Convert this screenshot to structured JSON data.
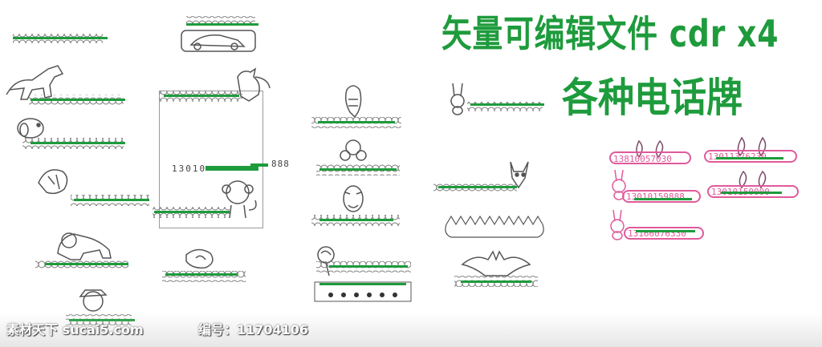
{
  "heading": {
    "line1": "矢量可编辑文件 cdr x4",
    "line2": "各种电话牌"
  },
  "watermark": {
    "site": "素材天下 sucai5.com",
    "id_text": "编号：11704106"
  },
  "sign_panel": {
    "number_fragment": "13010",
    "number_tail": "888"
  },
  "plate_numbers": {
    "pink_1": "13810057030",
    "pink_2": "13011376230",
    "pink_3": "13010159888",
    "pink_4": "13010150000",
    "pink_5": "13166076330"
  },
  "colors": {
    "brand_green": "#1e9b3c",
    "plate_pink": "#e05a9a",
    "outline_gray": "#8a8a8a"
  },
  "icons": [
    "horse-icon",
    "snoopy-icon",
    "dragon-icon",
    "lion-icon",
    "pirate-icon",
    "car-icon",
    "rooster-icon",
    "monkey-icon",
    "rose-icon",
    "cobra-icon",
    "flower-icon",
    "face-portrait-icon",
    "rabbit-icon",
    "fox-icon",
    "bat-icon",
    "bunny-ears-icon"
  ]
}
